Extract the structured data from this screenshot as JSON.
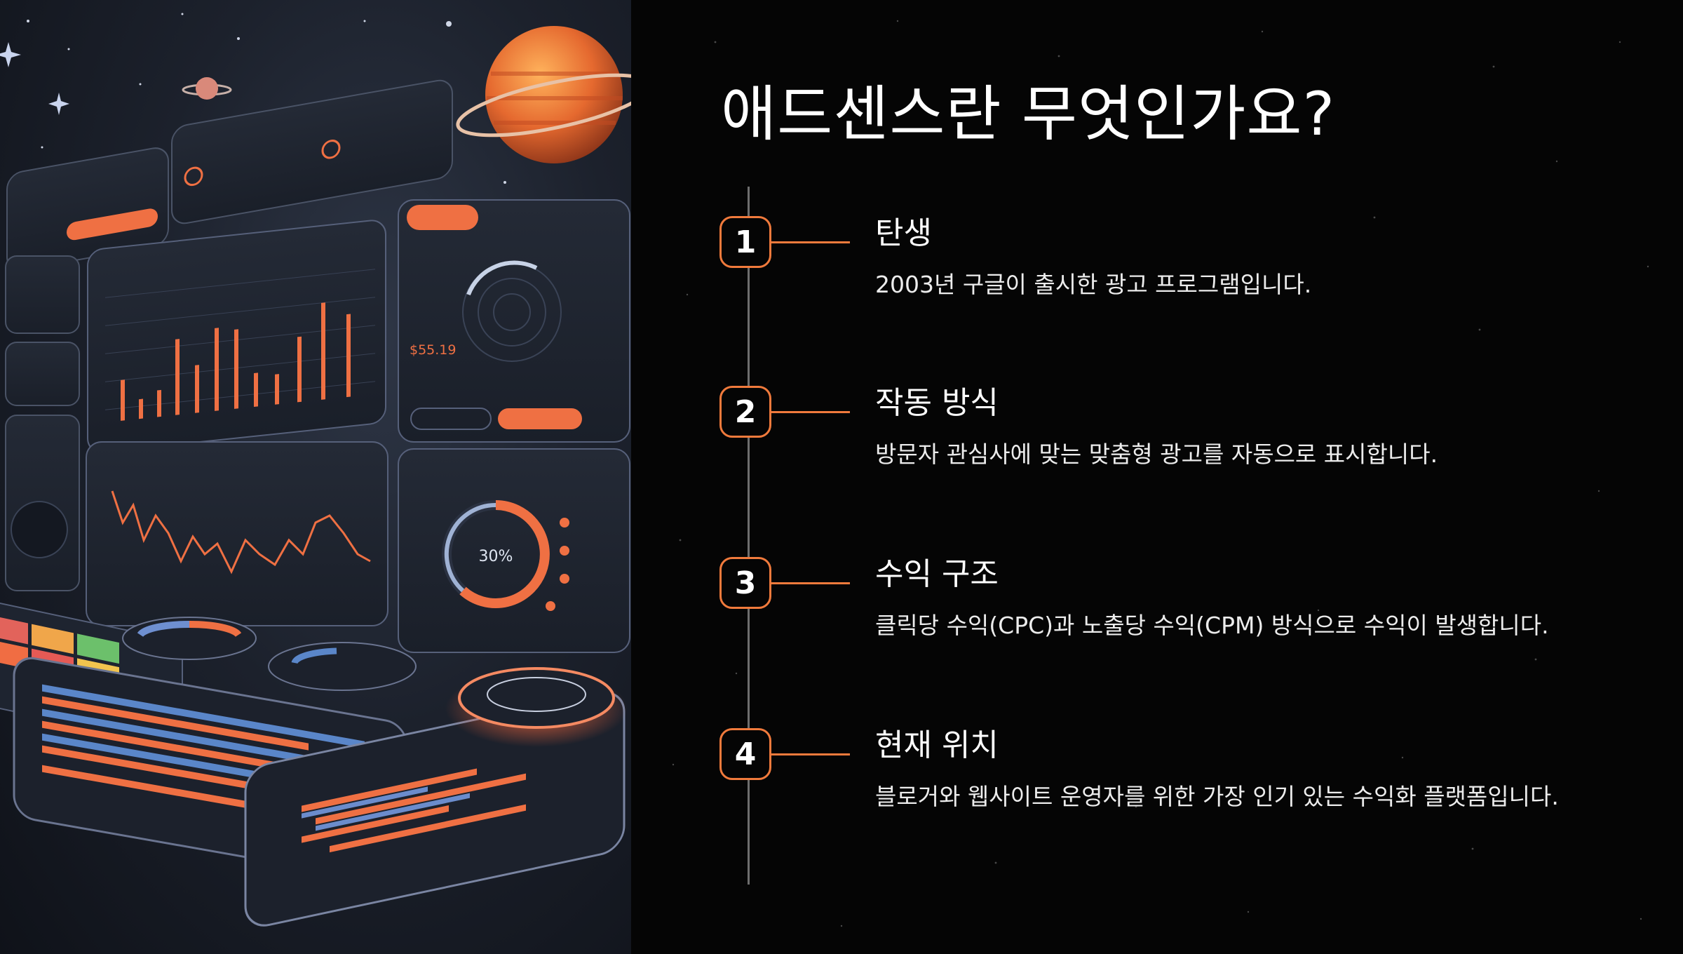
{
  "slide": {
    "title": "애드센스란 무엇인가요?",
    "accent_color": "#f07a3c",
    "steps": [
      {
        "number": "1",
        "title": "탄생",
        "description": "2003년 구글이 출시한 광고 프로그램입니다."
      },
      {
        "number": "2",
        "title": "작동 방식",
        "description": "방문자 관심사에 맞는 맞춤형 광고를 자동으로 표시합니다."
      },
      {
        "number": "3",
        "title": "수익 구조",
        "description": "클릭당 수익(CPC)과 노출당 수익(CPM) 방식으로 수익이 발생합니다."
      },
      {
        "number": "4",
        "title": "현재 위치",
        "description": "블로거와 웹사이트 운영자를 위한 가장 인기 있는 수익화 플랫폼입니다."
      }
    ]
  },
  "illustration": {
    "subject": "isometric analytics dashboard panels with planets in space",
    "icons": [
      "planet-icon",
      "star-icon"
    ],
    "gauge_label": "30%",
    "price_label": "$55.19"
  }
}
